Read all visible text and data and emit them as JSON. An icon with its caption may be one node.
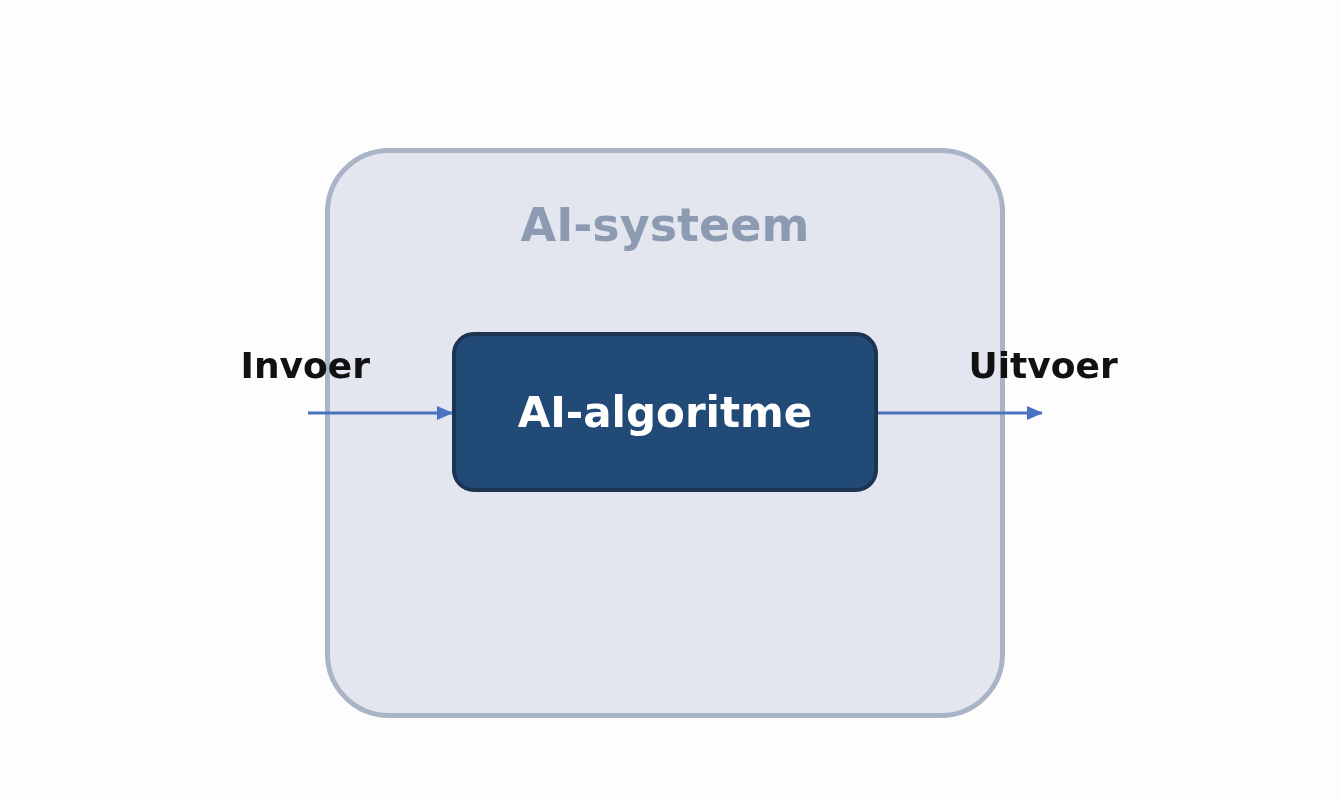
{
  "diagram": {
    "nodes": [
      {
        "text": [
          "AI-systeem"
        ]
      },
      {
        "text": [
          "AI-algoritme"
        ],
        "in": 0
      }
    ],
    "edges": [
      {
        "from": null,
        "to": 1,
        "arrow": "to",
        "label": "Invoer"
      },
      {
        "from": 1,
        "to": null,
        "arrow": "to",
        "label": "Uitvoer"
      }
    ]
  }
}
